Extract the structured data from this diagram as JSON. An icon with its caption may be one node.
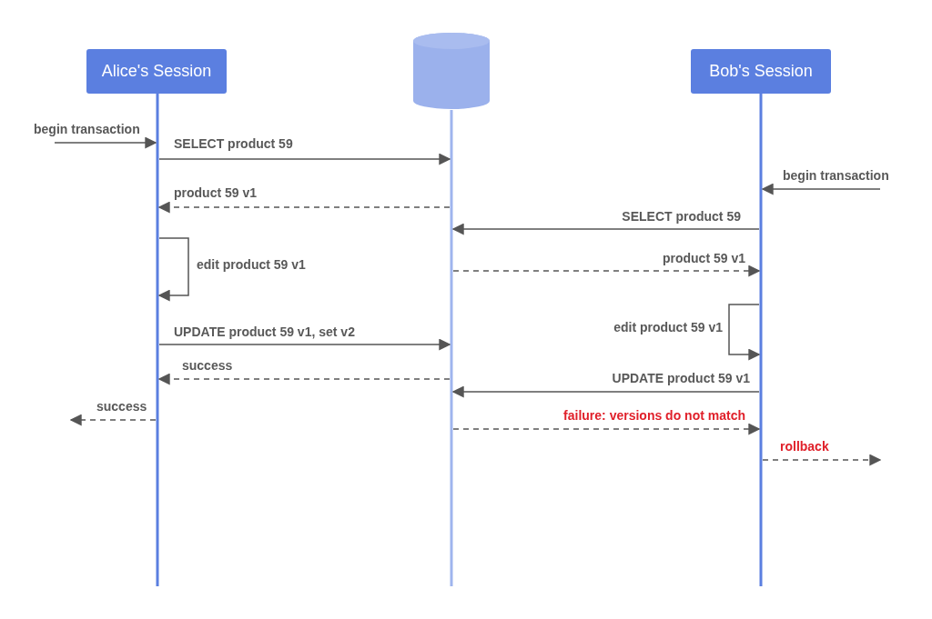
{
  "diagram": {
    "nodes": [
      {
        "text": [
          "Alice's Session"
        ]
      },
      {
        "text": [],
        "shape": "cylinder"
      },
      {
        "text": [
          "Bob's Session"
        ]
      }
    ],
    "edges": [
      {
        "from": null,
        "to": 0,
        "arrow": "to",
        "label": "begin transaction"
      },
      {
        "from": 0,
        "to": 1,
        "arrow": "to",
        "label": "SELECT product 59"
      },
      {
        "from": null,
        "to": 2,
        "arrow": "to",
        "label": "begin transaction"
      },
      {
        "from": 1,
        "to": 0,
        "arrow": "to",
        "label": "product 59 v1",
        "style": "dashed"
      },
      {
        "from": 2,
        "to": 1,
        "arrow": "to",
        "label": "SELECT product 59"
      },
      {
        "from": 0,
        "to": 0,
        "arrow": "to",
        "label": "edit product 59 v1"
      },
      {
        "from": 1,
        "to": 2,
        "arrow": "to",
        "label": "product 59 v1",
        "style": "dashed"
      },
      {
        "from": 2,
        "to": 2,
        "arrow": "to",
        "label": "edit product 59 v1"
      },
      {
        "from": 0,
        "to": 1,
        "arrow": "to",
        "label": "UPDATE product 59 v1, set v2"
      },
      {
        "from": 1,
        "to": 0,
        "arrow": "to",
        "label": "success",
        "style": "dashed"
      },
      {
        "from": 2,
        "to": 1,
        "arrow": "to",
        "label": "UPDATE product 59 v1"
      },
      {
        "from": 0,
        "to": null,
        "arrow": "to",
        "label": "success",
        "style": "dashed"
      },
      {
        "from": 1,
        "to": 2,
        "arrow": "to",
        "label": "failure: versions do not match",
        "style": "dashed"
      },
      {
        "from": 2,
        "to": null,
        "arrow": "to",
        "label": "rollback",
        "style": "dashed"
      }
    ]
  }
}
